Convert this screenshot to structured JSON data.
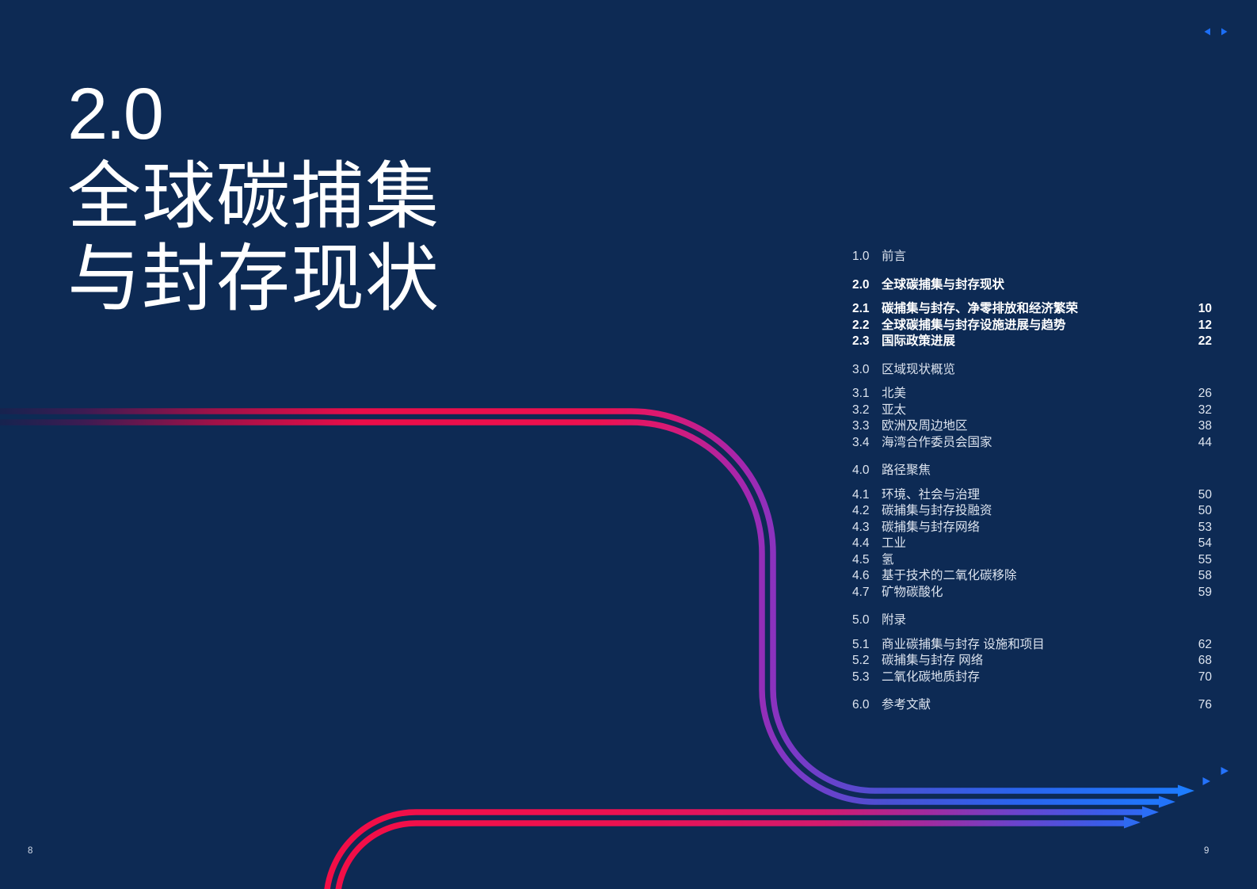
{
  "chapter": {
    "number": "2.0",
    "title_lines": [
      "全球碳捕集",
      "与封存现状"
    ]
  },
  "toc": {
    "groups": [
      {
        "tight": false,
        "rows": [
          {
            "num": "1.0",
            "title": "前言",
            "page": "",
            "bold": false
          }
        ]
      },
      {
        "tight": true,
        "rows": [
          {
            "num": "2.0",
            "title": "全球碳捕集与封存现状",
            "page": "",
            "bold": true
          }
        ]
      },
      {
        "tight": false,
        "rows": [
          {
            "num": "2.1",
            "title": "碳捕集与封存、净零排放和经济繁荣",
            "page": "10",
            "bold": true
          },
          {
            "num": "2.2",
            "title": "全球碳捕集与封存设施进展与趋势",
            "page": "12",
            "bold": true
          },
          {
            "num": "2.3",
            "title": "国际政策进展",
            "page": "22",
            "bold": true
          }
        ]
      },
      {
        "tight": true,
        "rows": [
          {
            "num": "3.0",
            "title": "区域现状概览",
            "page": "",
            "bold": false
          }
        ]
      },
      {
        "tight": false,
        "rows": [
          {
            "num": "3.1",
            "title": "北美",
            "page": "26",
            "bold": false
          },
          {
            "num": "3.2",
            "title": "亚太",
            "page": "32",
            "bold": false
          },
          {
            "num": "3.3",
            "title": "欧洲及周边地区",
            "page": "38",
            "bold": false
          },
          {
            "num": "3.4",
            "title": "海湾合作委员会国家",
            "page": "44",
            "bold": false
          }
        ]
      },
      {
        "tight": true,
        "rows": [
          {
            "num": "4.0",
            "title": "路径聚焦",
            "page": "",
            "bold": false
          }
        ]
      },
      {
        "tight": false,
        "rows": [
          {
            "num": "4.1",
            "title": "环境、社会与治理",
            "page": "50",
            "bold": false
          },
          {
            "num": "4.2",
            "title": "碳捕集与封存投融资",
            "page": "50",
            "bold": false
          },
          {
            "num": "4.3",
            "title": "碳捕集与封存网络",
            "page": "53",
            "bold": false
          },
          {
            "num": "4.4",
            "title": "工业",
            "page": "54",
            "bold": false
          },
          {
            "num": "4.5",
            "title": "氢",
            "page": "55",
            "bold": false
          },
          {
            "num": "4.6",
            "title": "基于技术的二氧化碳移除",
            "page": "58",
            "bold": false
          },
          {
            "num": "4.7",
            "title": "矿物碳酸化",
            "page": "59",
            "bold": false
          }
        ]
      },
      {
        "tight": true,
        "rows": [
          {
            "num": "5.0",
            "title": "附录",
            "page": "",
            "bold": false
          }
        ]
      },
      {
        "tight": false,
        "rows": [
          {
            "num": "5.1",
            "title": "商业碳捕集与封存 设施和项目",
            "page": "62",
            "bold": false
          },
          {
            "num": "5.2",
            "title": "碳捕集与封存 网络",
            "page": "68",
            "bold": false
          },
          {
            "num": "5.3",
            "title": "二氧化碳地质封存",
            "page": "70",
            "bold": false
          }
        ]
      },
      {
        "tight": false,
        "rows": [
          {
            "num": "6.0",
            "title": "参考文献",
            "page": "76",
            "bold": false
          }
        ]
      }
    ]
  },
  "footer": {
    "left_page_number": "8",
    "right_page_number": "9"
  },
  "pagination": {
    "top_prev_icon": "left-triangle",
    "top_next_icon": "right-triangle",
    "bottom_icons": "right-triangles"
  },
  "colors": {
    "background": "#0d2a54",
    "line_red": "#ee0d48",
    "line_magenta": "#c2208e",
    "line_purple": "#7d38c6",
    "line_blue": "#1d7cfe",
    "arrow_blue": "#1c6ef5",
    "text_primary": "#ffffff",
    "text_secondary": "#dde4ef"
  }
}
